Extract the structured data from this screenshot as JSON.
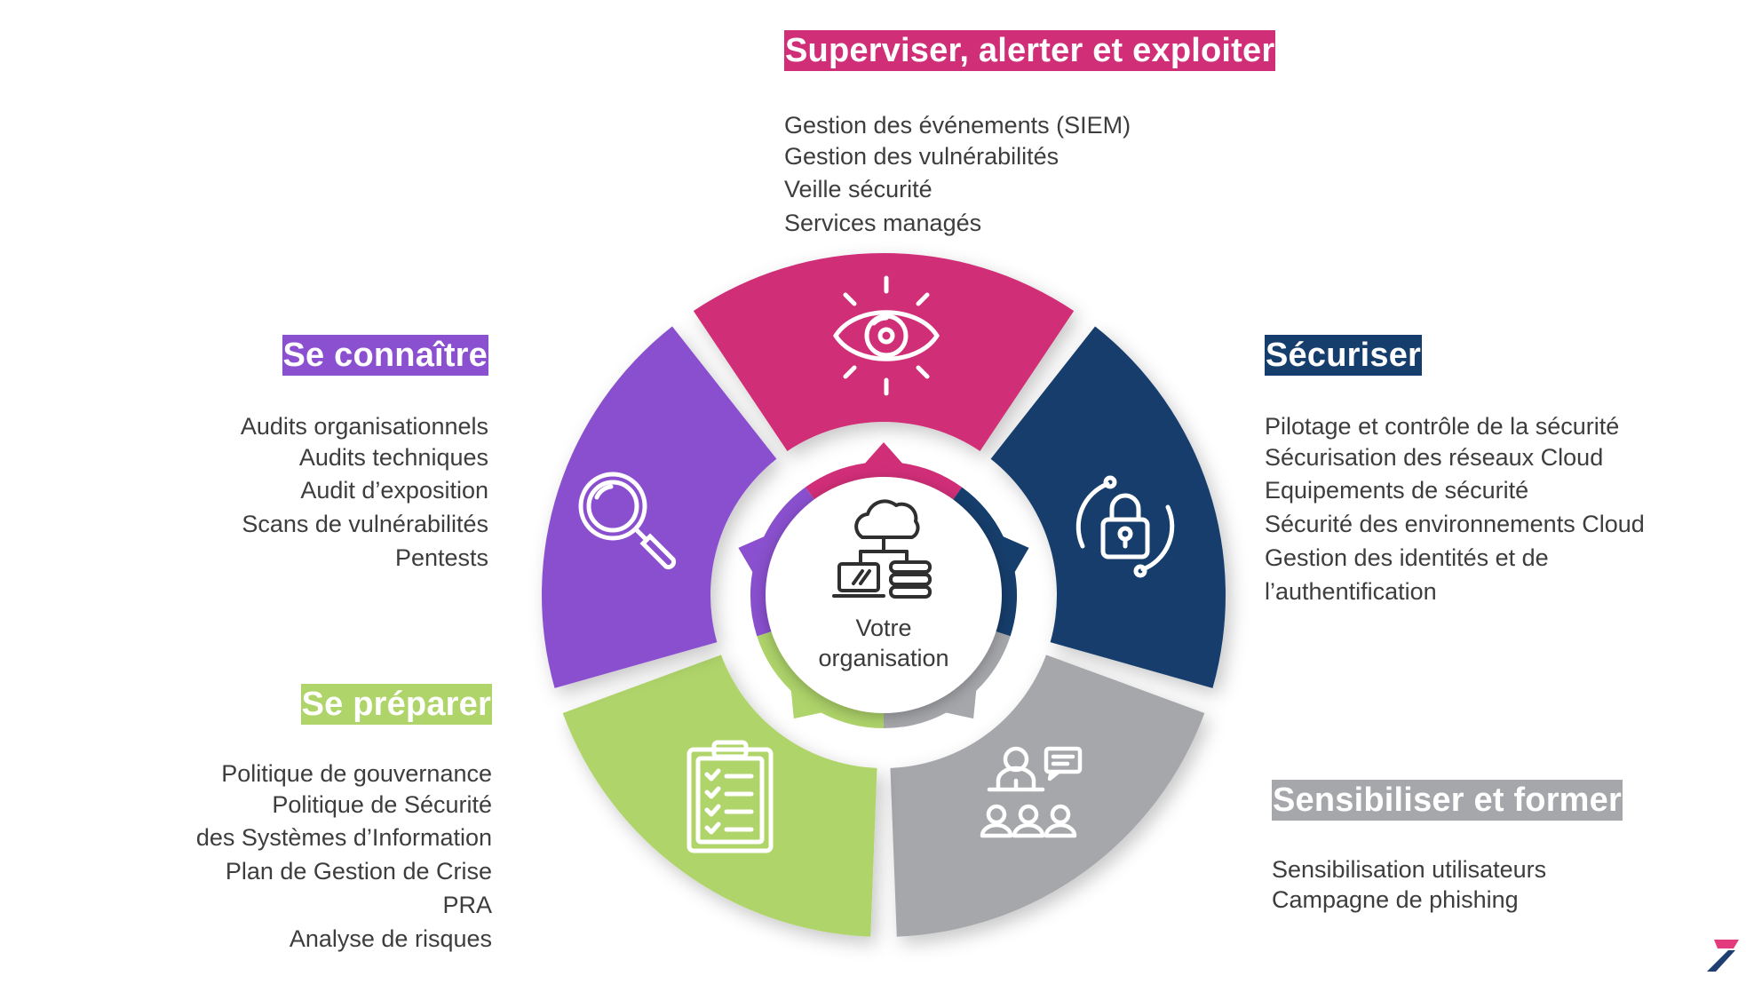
{
  "center": {
    "label_line1": "Votre",
    "label_line2": "organisation",
    "icon": "cloud-network-icon"
  },
  "segments": [
    {
      "id": "superviser",
      "title": "Superviser, alerter et exploiter",
      "color": "#d12e78",
      "icon": "eye-icon",
      "items": [
        "Gestion des événements (SIEM)",
        "Gestion des vulnérabilités",
        "Veille sécurité",
        "Services managés"
      ]
    },
    {
      "id": "securiser",
      "title": "Sécuriser",
      "color": "#163e6c",
      "icon": "padlock-icon",
      "items": [
        "Pilotage et contrôle de la sécurité",
        "Sécurisation des réseaux Cloud",
        "Equipements de sécurité",
        "Sécurité des environnements Cloud",
        "Gestion des identités et de",
        "l’authentification"
      ]
    },
    {
      "id": "sensibiliser",
      "title": "Sensibiliser et former",
      "color": "#a6a7ab",
      "icon": "presentation-audience-icon",
      "items": [
        "Sensibilisation utilisateurs",
        "Campagne de phishing"
      ]
    },
    {
      "id": "preparer",
      "title": "Se préparer",
      "color": "#afd46a",
      "icon": "clipboard-checklist-icon",
      "items": [
        "Politique de gouvernance",
        "Politique de Sécurité",
        "des Systèmes d’Information",
        "Plan de Gestion de Crise",
        "PRA",
        "Analyse de risques"
      ]
    },
    {
      "id": "connaitre",
      "title": "Se connaître",
      "color": "#8a50cf",
      "icon": "magnifier-icon",
      "items": [
        "Audits organisationnels",
        "Audits techniques",
        "Audit d’exposition",
        "Scans de vulnérabilités",
        "Pentests"
      ]
    }
  ]
}
